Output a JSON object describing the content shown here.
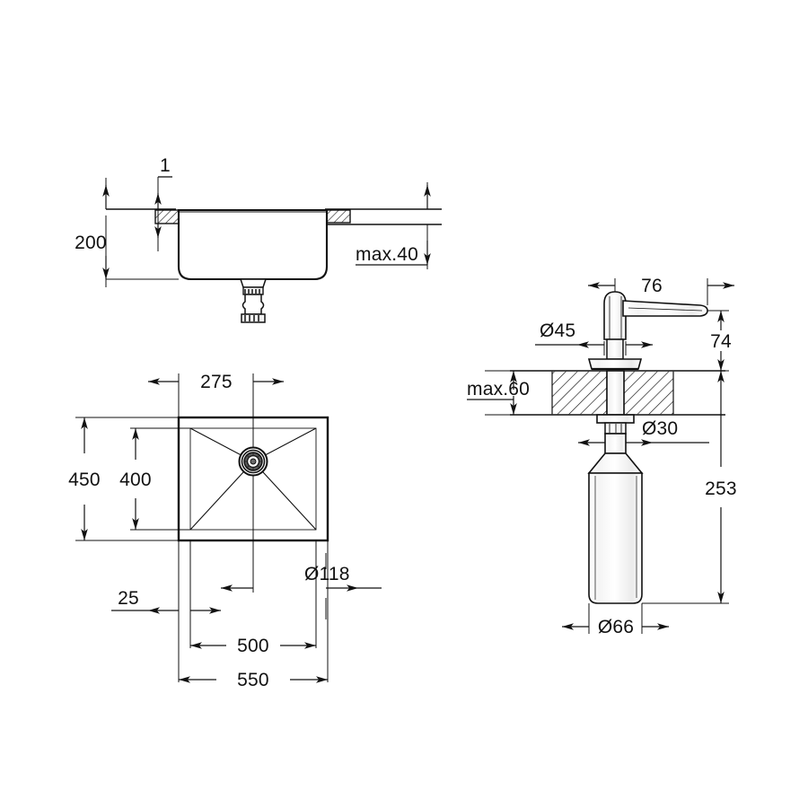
{
  "document": {
    "type": "technical-installation-drawing",
    "title": "",
    "units": "mm",
    "background_color": "#ffffff",
    "line_color": "#111111"
  },
  "views": {
    "sink_section": {
      "name": "sink-section-view",
      "dimensions": {
        "rim_thickness": "1",
        "basin_depth": "200",
        "countertop_max_thickness": "max.40"
      }
    },
    "sink_plan": {
      "name": "sink-plan-view",
      "dimensions": {
        "drain_offset_from_left": "275",
        "cutout_height": "450",
        "bowl_height": "400",
        "drain_diameter": "Ø118",
        "rim_width": "25",
        "bowl_width": "500",
        "overall_width": "550"
      }
    },
    "soap_dispenser": {
      "name": "soap-dispenser-view",
      "dimensions": {
        "spout_reach": "76",
        "head_diameter": "Ø45",
        "spout_height": "74",
        "countertop_max_thickness": "max.60",
        "shank_diameter": "Ø30",
        "total_height": "253",
        "bottle_diameter": "Ø66"
      }
    }
  },
  "labels": [
    {
      "id": "rim-thickness",
      "text": "1"
    },
    {
      "id": "basin-depth",
      "text": "200"
    },
    {
      "id": "counter-max-40",
      "text": "max.40"
    },
    {
      "id": "drain-offset",
      "text": "275"
    },
    {
      "id": "cutout-height",
      "text": "450"
    },
    {
      "id": "bowl-height",
      "text": "400"
    },
    {
      "id": "drain-dia",
      "text": "Ø118"
    },
    {
      "id": "rim-width",
      "text": "25"
    },
    {
      "id": "bowl-width",
      "text": "500"
    },
    {
      "id": "overall-width",
      "text": "550"
    },
    {
      "id": "spout-reach",
      "text": "76"
    },
    {
      "id": "head-dia",
      "text": "Ø45"
    },
    {
      "id": "spout-height",
      "text": "74"
    },
    {
      "id": "counter-max-60",
      "text": "max.60"
    },
    {
      "id": "shank-dia",
      "text": "Ø30"
    },
    {
      "id": "total-height",
      "text": "253"
    },
    {
      "id": "bottle-dia",
      "text": "Ø66"
    }
  ]
}
